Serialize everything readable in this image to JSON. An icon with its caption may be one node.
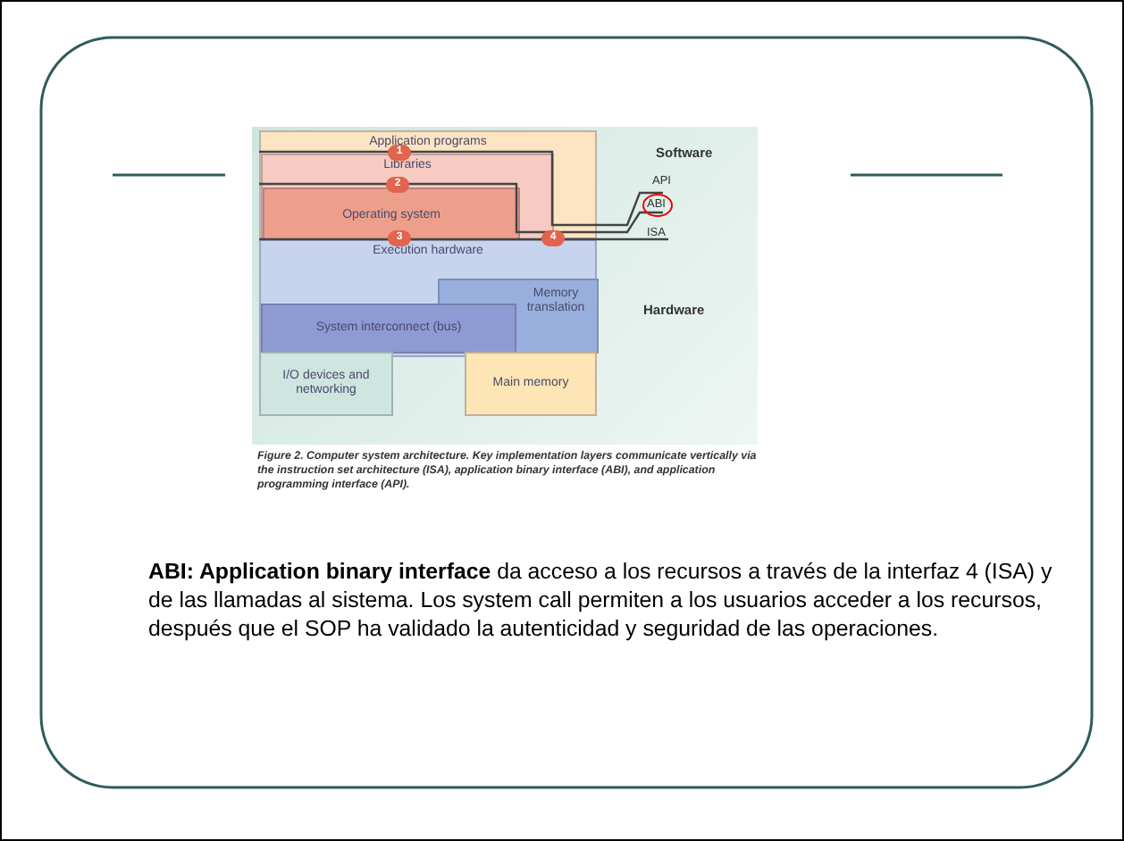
{
  "diagram": {
    "caption": "Figure 2. Computer system architecture. Key implementation layers communicate vertically via the instruction set architecture (ISA), application binary interface (ABI), and application programming interface (API).",
    "nodes": [
      {
        "text": [
          "Application programs"
        ]
      },
      {
        "text": [
          "Libraries"
        ],
        "in": 0
      },
      {
        "text": [
          "Operating system"
        ],
        "in": 1
      },
      {
        "text": [
          "Execution hardware"
        ]
      },
      {
        "text": [
          "Memory translation"
        ],
        "in": 3
      },
      {
        "text": [
          "System interconnect (bus)"
        ],
        "in": 3
      },
      {
        "text": [
          "I/O devices and networking"
        ]
      },
      {
        "text": [
          "Main memory"
        ]
      }
    ],
    "labels": [
      "1",
      "Software",
      "API",
      "2",
      "ABI",
      "ISA",
      "3",
      "4",
      "Hardware",
      "**ABI: Application binary interface** da acceso a los recursos a través de la interfaz 4 (ISA) y de las llamadas al sistema. Los system call permiten a los usuarios acceder a los recursos, después que el SOP ha validado la autenticidad y seguridad de las operaciones."
    ]
  }
}
